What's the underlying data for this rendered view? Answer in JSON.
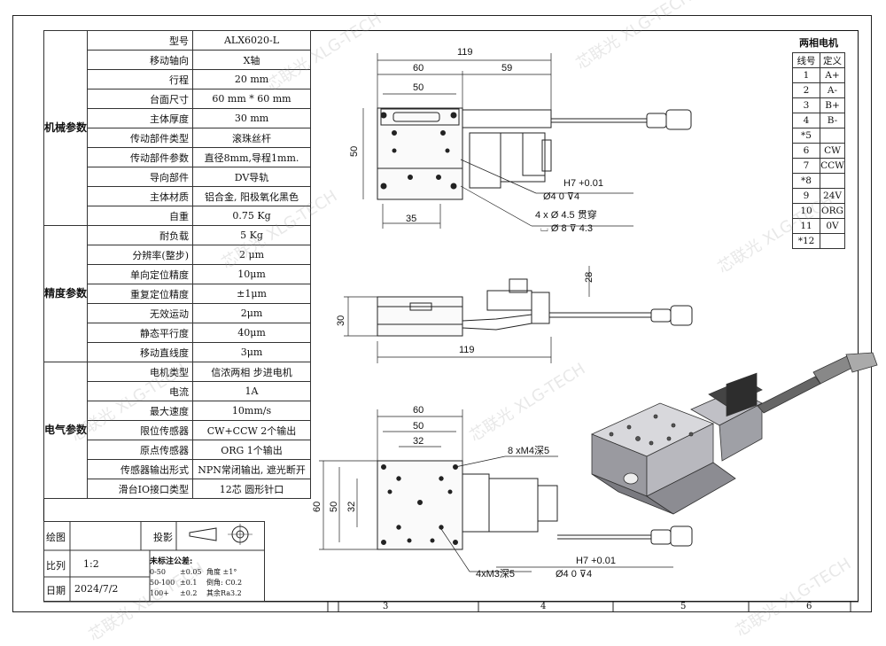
{
  "spec_groups": [
    {
      "title": "机械参数",
      "rows": [
        {
          "label": "型号",
          "value": "ALX6020-L"
        },
        {
          "label": "移动轴向",
          "value": "X轴"
        },
        {
          "label": "行程",
          "value": "20 mm"
        },
        {
          "label": "台面尺寸",
          "value": "60 mm * 60 mm"
        },
        {
          "label": "主体厚度",
          "value": "30 mm"
        },
        {
          "label": "传动部件类型",
          "value": "滚珠丝杆"
        },
        {
          "label": "传动部件参数",
          "value": "直径8mm,导程1mm."
        },
        {
          "label": "导向部件",
          "value": "DV导轨"
        },
        {
          "label": "主体材质",
          "value": "铝合金, 阳极氧化黑色"
        },
        {
          "label": "自重",
          "value": "0.75 Kg"
        }
      ]
    },
    {
      "title": "精度参数",
      "rows": [
        {
          "label": "耐负载",
          "value": "5 Kg"
        },
        {
          "label": "分辨率(整步)",
          "value": "2 μm"
        },
        {
          "label": "单向定位精度",
          "value": "10μm"
        },
        {
          "label": "重复定位精度",
          "value": "±1μm"
        },
        {
          "label": "无效运动",
          "value": "2μm"
        },
        {
          "label": "静态平行度",
          "value": "40μm"
        },
        {
          "label": "移动直线度",
          "value": "3μm"
        }
      ]
    },
    {
      "title": "电气参数",
      "rows": [
        {
          "label": "电机类型",
          "value": "信浓两相 步进电机"
        },
        {
          "label": "电流",
          "value": "1A"
        },
        {
          "label": "最大速度",
          "value": "10mm/s"
        },
        {
          "label": "限位传感器",
          "value": "CW+CCW 2个输出"
        },
        {
          "label": "原点传感器",
          "value": "ORG 1个输出"
        },
        {
          "label": "传感器输出形式",
          "value": "NPN常闭输出, 遮光断开"
        },
        {
          "label": "滑台IO接口类型",
          "value": "12芯 圆形针口"
        }
      ]
    }
  ],
  "footer": {
    "drawing_label": "绘图",
    "projection_label": "投影",
    "scale_label": "比列",
    "scale_value": "1:2",
    "date_label": "日期",
    "date_value": "2024/7/2"
  },
  "tolerance": {
    "title": "未标注公差:",
    "rows": [
      {
        "range": "0-50",
        "tol": "±0.05",
        "extra": "角度 ±1°"
      },
      {
        "range": "50-100",
        "tol": "±0.1",
        "extra": "倒角: C0.2"
      },
      {
        "range": "100+",
        "tol": "±0.2",
        "extra": "其余Ra3.2"
      }
    ]
  },
  "motor_table": {
    "title": "两相电机",
    "header": {
      "num": "线号",
      "def": "定义"
    },
    "rows": [
      {
        "num": "1",
        "def": "A+"
      },
      {
        "num": "2",
        "def": "A-"
      },
      {
        "num": "3",
        "def": "B+"
      },
      {
        "num": "4",
        "def": "B-"
      },
      {
        "num": "*5",
        "def": ""
      },
      {
        "num": "6",
        "def": "CW"
      },
      {
        "num": "7",
        "def": "CCW"
      },
      {
        "num": "*8",
        "def": ""
      },
      {
        "num": "9",
        "def": "24V"
      },
      {
        "num": "10",
        "def": "ORG"
      },
      {
        "num": "11",
        "def": "0V"
      },
      {
        "num": "*12",
        "def": ""
      }
    ]
  },
  "zones": [
    "3",
    "4",
    "5",
    "6"
  ],
  "watermark": "芯联光 XLG-TECH",
  "dims": {
    "d119": "119",
    "d60": "60",
    "d59": "59",
    "d50": "50",
    "d50v": "50",
    "d35": "35",
    "h7_1": "H7 +0.01",
    "bore1": "Ø4       0    ⊽4",
    "holes1": "4 x  Ø 4.5 贯穿",
    "holes2": "⌴ Ø 8  ⊽ 4.3",
    "d28": "28",
    "d30": "30",
    "d119b": "119",
    "d60b": "60",
    "d50b": "50",
    "d32": "32",
    "d60v": "60",
    "d50v2": "50",
    "d32v": "32",
    "m4": "8 xM4深5",
    "m3": "4xM3深5",
    "h7_2": "H7 +0.01",
    "bore2": "Ø4       0    ⊽4"
  }
}
